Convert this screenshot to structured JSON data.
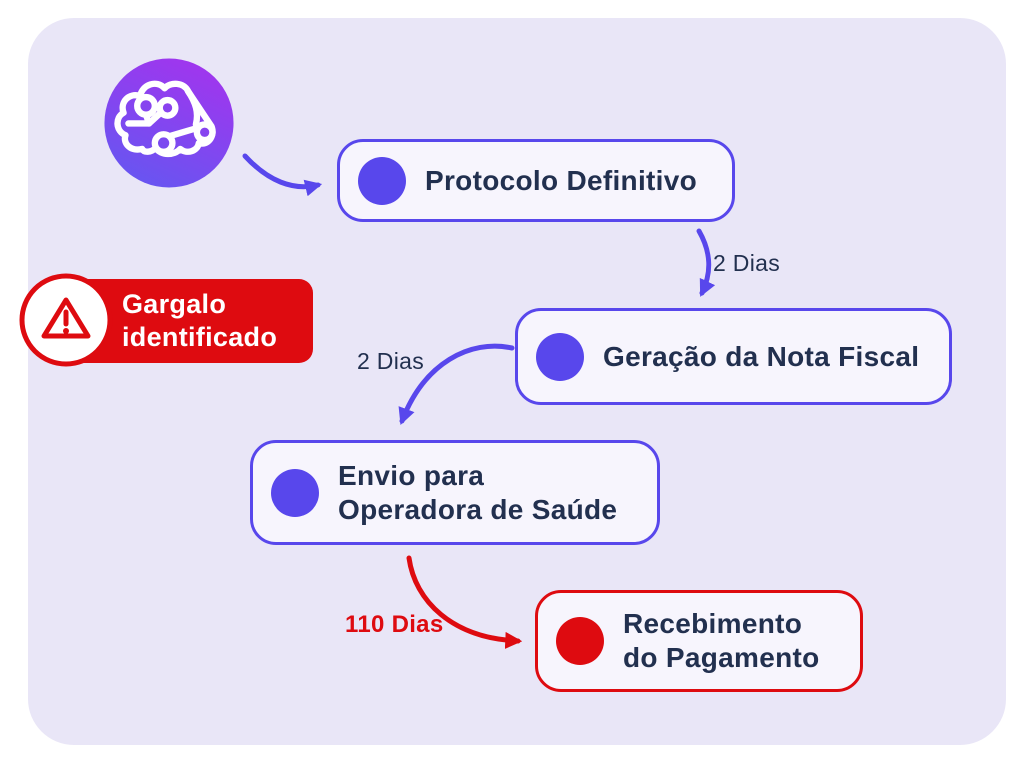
{
  "colors": {
    "panel_bg": "#E9E6F7",
    "node_bg": "#F7F5FD",
    "accent_purple": "#5847EC",
    "accent_red": "#DE0B10",
    "text_navy": "#22304F",
    "badge_bg": "#DE0B10",
    "badge_text": "#FFFFFF",
    "icon_gradient_top": "#A135EE",
    "icon_gradient_bottom": "#6656F1"
  },
  "source_icon": {
    "name": "ai-brain-icon"
  },
  "nodes": [
    {
      "id": "protocolo-definitivo",
      "lines": [
        "Protocolo Definitivo"
      ],
      "accent": "purple"
    },
    {
      "id": "geracao-nota-fiscal",
      "lines": [
        "Geração da Nota Fiscal"
      ],
      "accent": "purple"
    },
    {
      "id": "envio-operadora",
      "lines": [
        "Envio para",
        "Operadora de Saúde"
      ],
      "accent": "purple"
    },
    {
      "id": "recebimento-pagamento",
      "lines": [
        "Recebimento",
        "do Pagamento"
      ],
      "accent": "red"
    }
  ],
  "edges": [
    {
      "from": "ai-brain-icon",
      "to": "protocolo-definitivo",
      "label": "",
      "color": "purple"
    },
    {
      "from": "protocolo-definitivo",
      "to": "geracao-nota-fiscal",
      "label": "2 Dias",
      "color": "purple"
    },
    {
      "from": "geracao-nota-fiscal",
      "to": "envio-operadora",
      "label": "2 Dias",
      "color": "purple"
    },
    {
      "from": "envio-operadora",
      "to": "recebimento-pagamento",
      "label": "110 Dias",
      "color": "red"
    }
  ],
  "badge": {
    "line1": "Gargalo",
    "line2": "identificado",
    "icon": "warning-triangle-icon"
  }
}
